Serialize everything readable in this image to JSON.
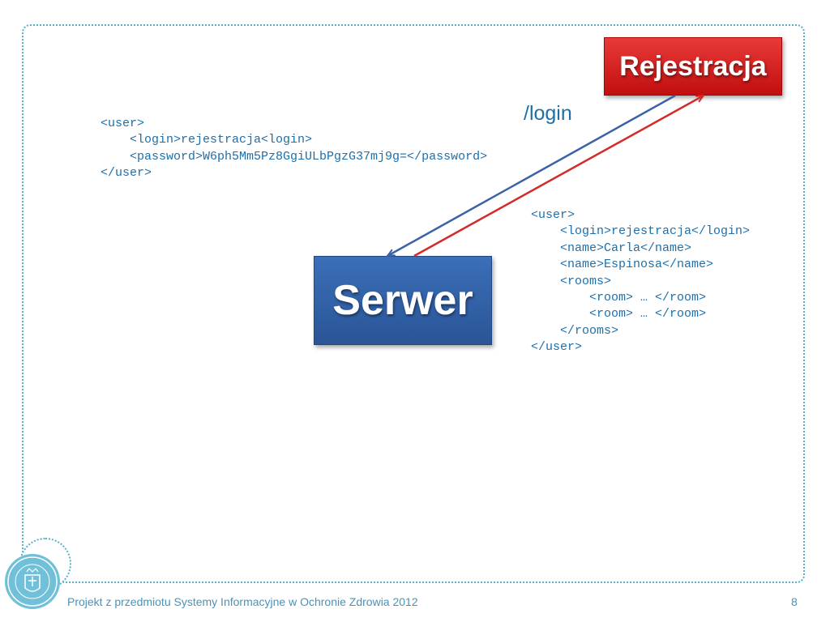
{
  "diagram": {
    "nodes": {
      "client": "Rejestracja",
      "server": "Serwer"
    },
    "edge_label": "/login",
    "request_xml": [
      "<user>",
      "    <login>rejestracja<login>",
      "    <password>W6ph5Mm5Pz8GgiULbPgzG37mj9g=</password>",
      "</user>"
    ],
    "response_xml": [
      "<user>",
      "    <login>rejestracja</login>",
      "    <name>Carla</name>",
      "    <name>Espinosa</name>",
      "    <rooms>",
      "        <room> … </room>",
      "        <room> … </room>",
      "    </rooms>",
      "</user>"
    ],
    "colors": {
      "request_arrow": "#3b62a8",
      "response_arrow": "#d42a2a",
      "client_box": "#d01a1a",
      "server_box": "#2f5fa6"
    }
  },
  "footer": {
    "text": "Projekt z przedmiotu Systemy Informacyjne w Ochronie Zdrowia 2012",
    "page": "8"
  }
}
